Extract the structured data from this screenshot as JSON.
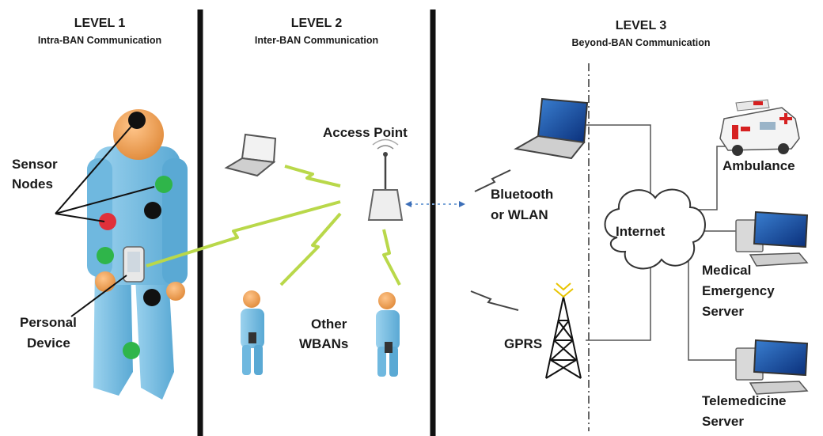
{
  "levels": [
    {
      "title": "LEVEL 1",
      "subtitle": "Intra-BAN Communication"
    },
    {
      "title": "LEVEL 2",
      "subtitle": "Inter-BAN Communication"
    },
    {
      "title": "LEVEL 3",
      "subtitle": "Beyond-BAN Communication"
    }
  ],
  "labels": {
    "sensor_nodes_line1": "Sensor",
    "sensor_nodes_line2": "Nodes",
    "personal_device_line1": "Personal",
    "personal_device_line2": "Device",
    "access_point": "Access Point",
    "other_wbans_line1": "Other",
    "other_wbans_line2": "WBANs",
    "bluetooth_line1": "Bluetooth",
    "bluetooth_line2": "or WLAN",
    "gprs": "GPRS",
    "internet": "Internet",
    "ambulance": "Ambulance",
    "medical_line1": "Medical",
    "medical_line2": "Emergency",
    "medical_line3": "Server",
    "telemedicine_line1": "Telemedicine",
    "telemedicine_line2": "Server"
  },
  "colors": {
    "body_blue": "#7ec3e4",
    "skin_orange": "#f2a25a",
    "sensor_black": "#111111",
    "sensor_green": "#2fb54a",
    "sensor_red": "#e0303a",
    "lightning_green": "#b9d84a",
    "divider": "#111111"
  }
}
